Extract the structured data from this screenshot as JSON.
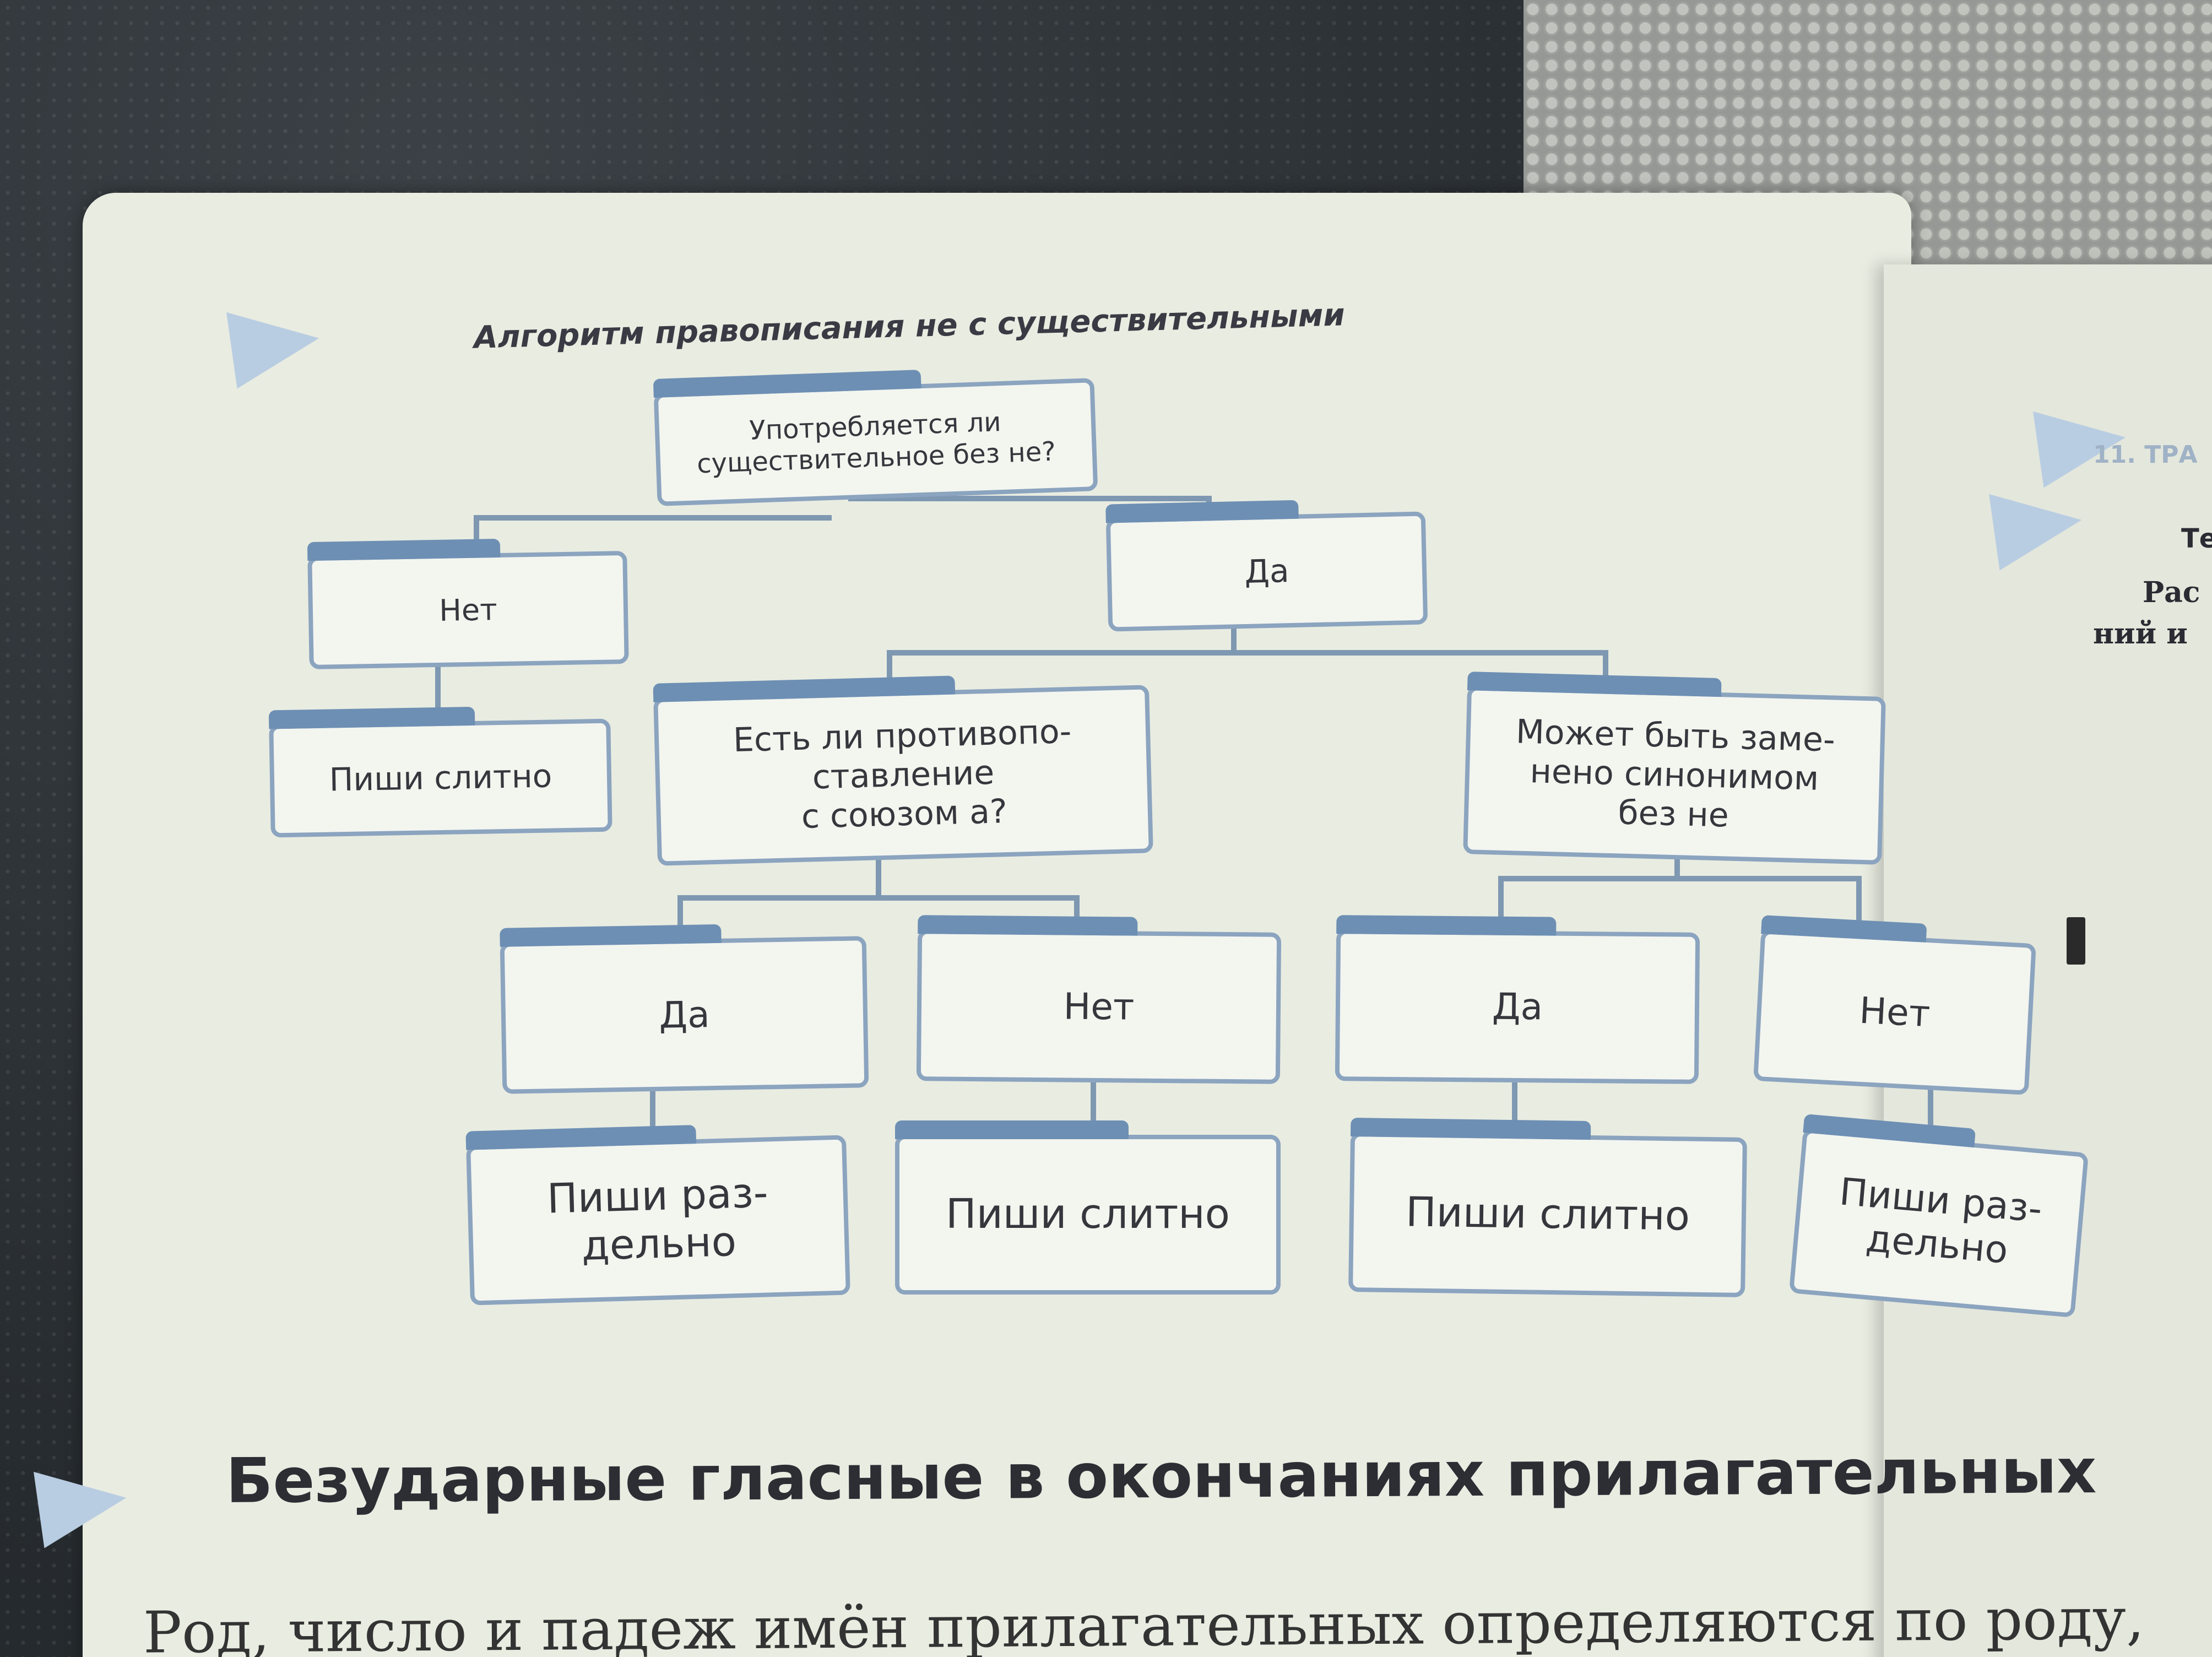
{
  "page": {
    "title": "Алгоритм правописания не с существительными",
    "section_title": "Безударные гласные в окончаниях прилагательных",
    "body_text": "Род, число и падеж имён прилагательных определяются по роду,"
  },
  "right_page": {
    "line1": "11. ТРА",
    "line2": "Те",
    "line3": "Рас",
    "line4": "ний и"
  },
  "diagram": {
    "root_question": "Употребляется ли\nсуществительное без не?",
    "root_no": "Нет",
    "root_yes": "Да",
    "root_no_result": "Пиши слитно",
    "left_question": "Есть ли противопо-\nставление\nс союзом а?",
    "right_question": "Может быть заме-\nнено синонимом\nбез не",
    "left_yes": "Да",
    "left_no": "Нет",
    "right_yes": "Да",
    "right_no": "Нет",
    "left_yes_result": "Пиши раз-\nдельно",
    "left_no_result": "Пиши слитно",
    "right_yes_result": "Пиши слитно",
    "right_no_result": "Пиши раз-\nдельно"
  },
  "colors": {
    "page": "#e9ece1",
    "node_fill": "#f3f5ef",
    "node_border": "#8ba4bf",
    "node_tab": "#6d8fb4",
    "connector": "#7f98b2",
    "text": "#36363d"
  }
}
